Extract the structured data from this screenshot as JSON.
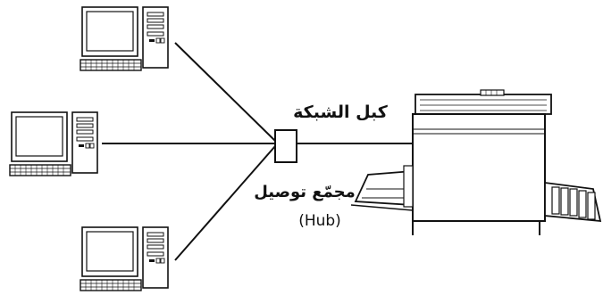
{
  "labels": {
    "network_cable": "كبل الشبكة",
    "hub_ar": "مجمّع توصيل",
    "hub_en": "(Hub)"
  },
  "icons": {
    "computer": "computer-icon",
    "hub": "hub-icon",
    "printer": "printer-icon"
  },
  "colors": {
    "line": "#111111",
    "background": "#ffffff"
  }
}
